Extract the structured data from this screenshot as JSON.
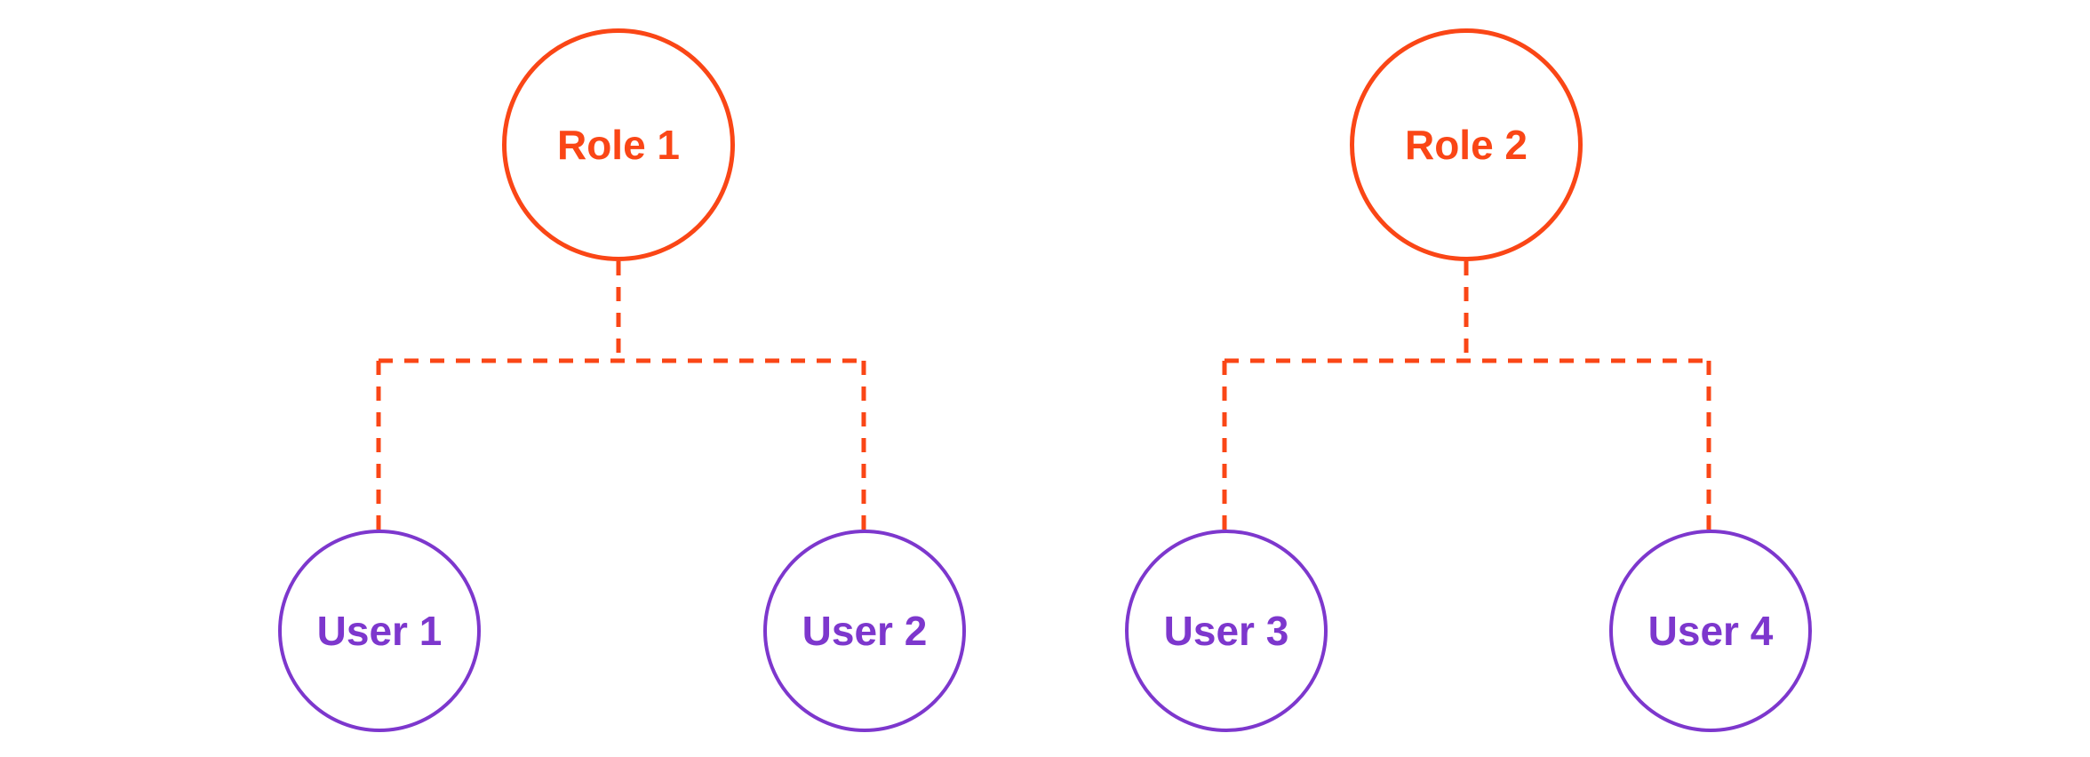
{
  "colors": {
    "role_accent": "#FA4616",
    "user_accent": "#7D37CD",
    "background": "#FFFFFF"
  },
  "diagram": {
    "type": "role-user-tree",
    "nodes": [
      {
        "id": "role-1",
        "label": "Role 1",
        "kind": "role"
      },
      {
        "id": "role-2",
        "label": "Role 2",
        "kind": "role"
      },
      {
        "id": "user-1",
        "label": "User 1",
        "kind": "user"
      },
      {
        "id": "user-2",
        "label": "User 2",
        "kind": "user"
      },
      {
        "id": "user-3",
        "label": "User 3",
        "kind": "user"
      },
      {
        "id": "user-4",
        "label": "User 4",
        "kind": "user"
      }
    ],
    "edges": [
      {
        "from": "role-1",
        "to": "user-1",
        "style": "dashed"
      },
      {
        "from": "role-1",
        "to": "user-2",
        "style": "dashed"
      },
      {
        "from": "role-2",
        "to": "user-3",
        "style": "dashed"
      },
      {
        "from": "role-2",
        "to": "user-4",
        "style": "dashed"
      }
    ]
  }
}
